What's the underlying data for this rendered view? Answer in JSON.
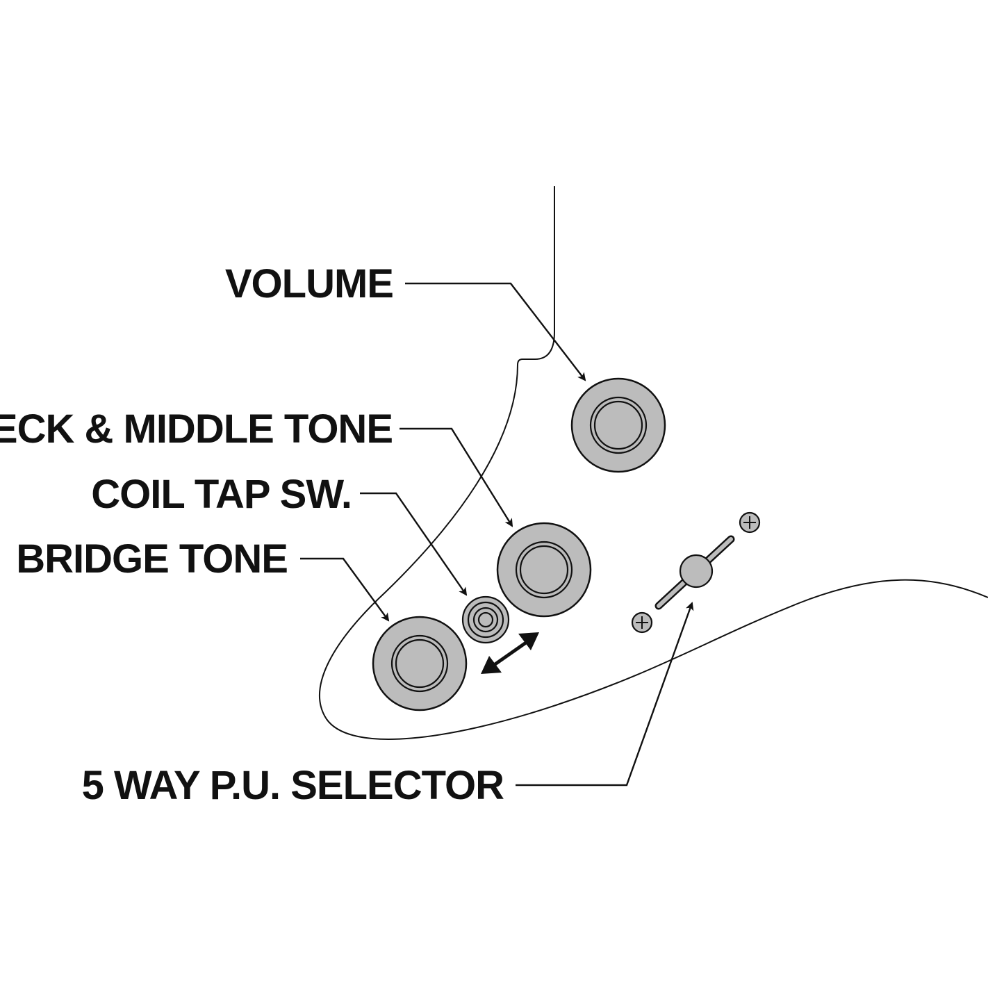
{
  "labels": {
    "volume": "VOLUME",
    "neck_middle_tone": "NECK & MIDDLE TONE",
    "coil_tap_switch": "COIL TAP SW.",
    "bridge_tone": "BRIDGE TONE",
    "pickup_selector": "5 WAY P.U. SELECTOR"
  },
  "colors": {
    "background": "#ffffff",
    "ink": "#111111",
    "control_fill": "#bcbcbc"
  },
  "icons": {
    "switch_motion": "double-arrow-icon",
    "selector_screws": "screw-icon"
  }
}
